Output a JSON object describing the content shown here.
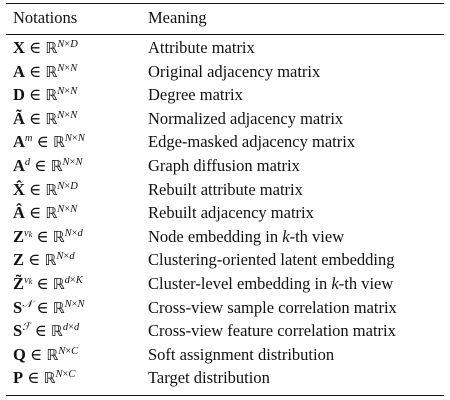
{
  "header": {
    "col1": "Notations",
    "col2": "Meaning"
  },
  "rows": [
    {
      "notation": "X ∈ ℝ^{N×D}",
      "sym": "X",
      "sup": "N×D",
      "accent": "",
      "meaning": "Attribute matrix"
    },
    {
      "notation": "A ∈ ℝ^{N×N}",
      "sym": "A",
      "sup": "N×N",
      "accent": "",
      "meaning": "Original adjacency matrix"
    },
    {
      "notation": "D ∈ ℝ^{N×N}",
      "sym": "D",
      "sup": "N×N",
      "accent": "",
      "meaning": "Degree matrix"
    },
    {
      "notation": "Ã ∈ ℝ^{N×N}",
      "sym": "A",
      "sup": "N×N",
      "accent": "tilde",
      "meaning": "Normalized adjacency matrix"
    },
    {
      "notation": "A^m ∈ ℝ^{N×N}",
      "sym": "A",
      "symsup": "m",
      "sup": "N×N",
      "accent": "",
      "meaning": "Edge-masked adjacency matrix"
    },
    {
      "notation": "A^d ∈ ℝ^{N×N}",
      "sym": "A",
      "symsup": "d",
      "sup": "N×N",
      "accent": "",
      "meaning": "Graph diffusion matrix"
    },
    {
      "notation": "X̂ ∈ ℝ^{N×D}",
      "sym": "X",
      "sup": "N×D",
      "accent": "hat",
      "meaning": "Rebuilt attribute matrix"
    },
    {
      "notation": "Â ∈ ℝ^{N×N}",
      "sym": "A",
      "sup": "N×N",
      "accent": "hat",
      "meaning": "Rebuilt adjacency matrix"
    },
    {
      "notation": "Z^{v_k} ∈ ℝ^{N×d}",
      "sym": "Z",
      "symsup": "v",
      "symsupsub": "k",
      "sup": "N×d",
      "accent": "",
      "meaning": "Node embedding in k-th view"
    },
    {
      "notation": "Z ∈ ℝ^{N×d}",
      "sym": "Z",
      "sup": "N×d",
      "accent": "",
      "meaning": "Clustering-oriented latent embedding"
    },
    {
      "notation": "Z̃^{v_k} ∈ ℝ^{d×K}",
      "sym": "Z",
      "symsup": "v",
      "symsupsub": "k",
      "sup": "d×K",
      "accent": "tilde",
      "meaning": "Cluster-level embedding in k-th view"
    },
    {
      "notation": "S^𝒩 ∈ ℝ^{N×N}",
      "sym": "S",
      "symsup": "𝒩",
      "sup": "N×N",
      "accent": "",
      "meaning": "Cross-view sample correlation matrix"
    },
    {
      "notation": "S^ℱ ∈ ℝ^{d×d}",
      "sym": "S",
      "symsup": "ℱ",
      "sup": "d×d",
      "accent": "",
      "meaning": "Cross-view feature correlation matrix"
    },
    {
      "notation": "Q ∈ ℝ^{N×C}",
      "sym": "Q",
      "sup": "N×C",
      "accent": "",
      "meaning": "Soft assignment distribution"
    },
    {
      "notation": "P ∈ ℝ^{N×C}",
      "sym": "P",
      "sup": "N×C",
      "accent": "",
      "meaning": "Target distribution"
    }
  ]
}
